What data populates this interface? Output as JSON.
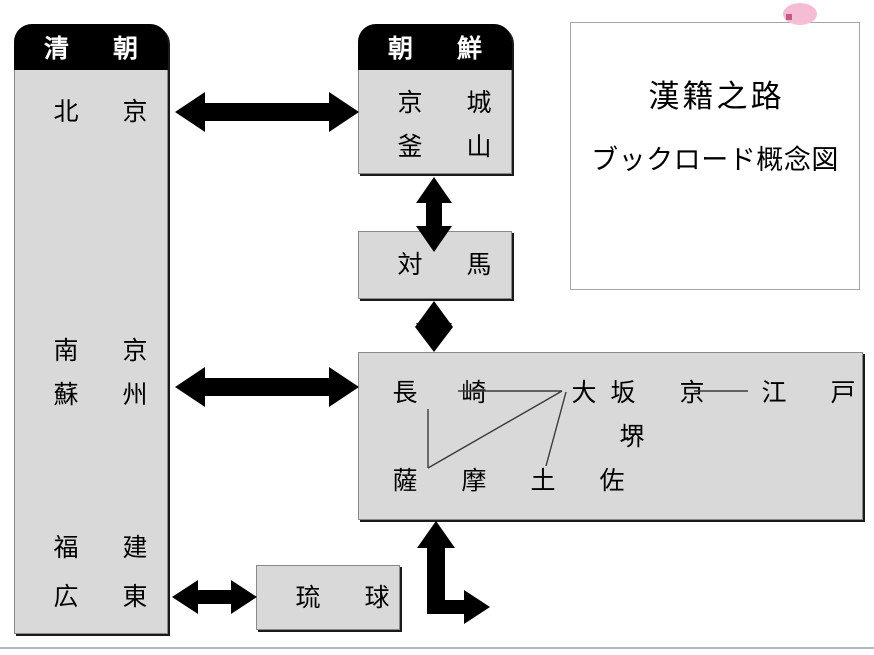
{
  "diagram": {
    "title_card": {
      "main_title": "漢籍之路",
      "subtitle": "ブックロード概念図"
    },
    "qing_box": {
      "header": "清　朝",
      "cities": [
        "北　京",
        "南　京",
        "蘇　州",
        "福　建",
        "広　東"
      ]
    },
    "korea_box": {
      "header": "朝　鮮",
      "cities": [
        "京　城",
        "釜　山"
      ]
    },
    "tsushima_box": {
      "label": "対　馬"
    },
    "japan_box": {
      "row1": [
        "長　崎",
        "大",
        "坂　京",
        "江　戸"
      ],
      "row2": [
        "堺"
      ],
      "row3": [
        "薩　摩　土　佐"
      ]
    },
    "ryukyu_box": {
      "label": "琉　球"
    },
    "connectors": [
      {
        "name": "qing-korea",
        "kind": "double-horizontal"
      },
      {
        "name": "korea-tsushima",
        "kind": "double-vertical"
      },
      {
        "name": "tsushima-japan",
        "kind": "double-vertical"
      },
      {
        "name": "qing-japan",
        "kind": "double-horizontal"
      },
      {
        "name": "qing-ryukyu",
        "kind": "double-horizontal"
      },
      {
        "name": "ryukyu-japan",
        "kind": "elbow-double"
      }
    ],
    "colors": {
      "box_fill": "#d9d9d9",
      "header_fill": "#000000",
      "header_text": "#ffffff",
      "box_border": "#8a8a8a",
      "arrow_fill": "#000000",
      "title_border": "#a6a6a6",
      "page_bg": "#ffffff",
      "accent_pink": "#f5bdd4"
    }
  }
}
